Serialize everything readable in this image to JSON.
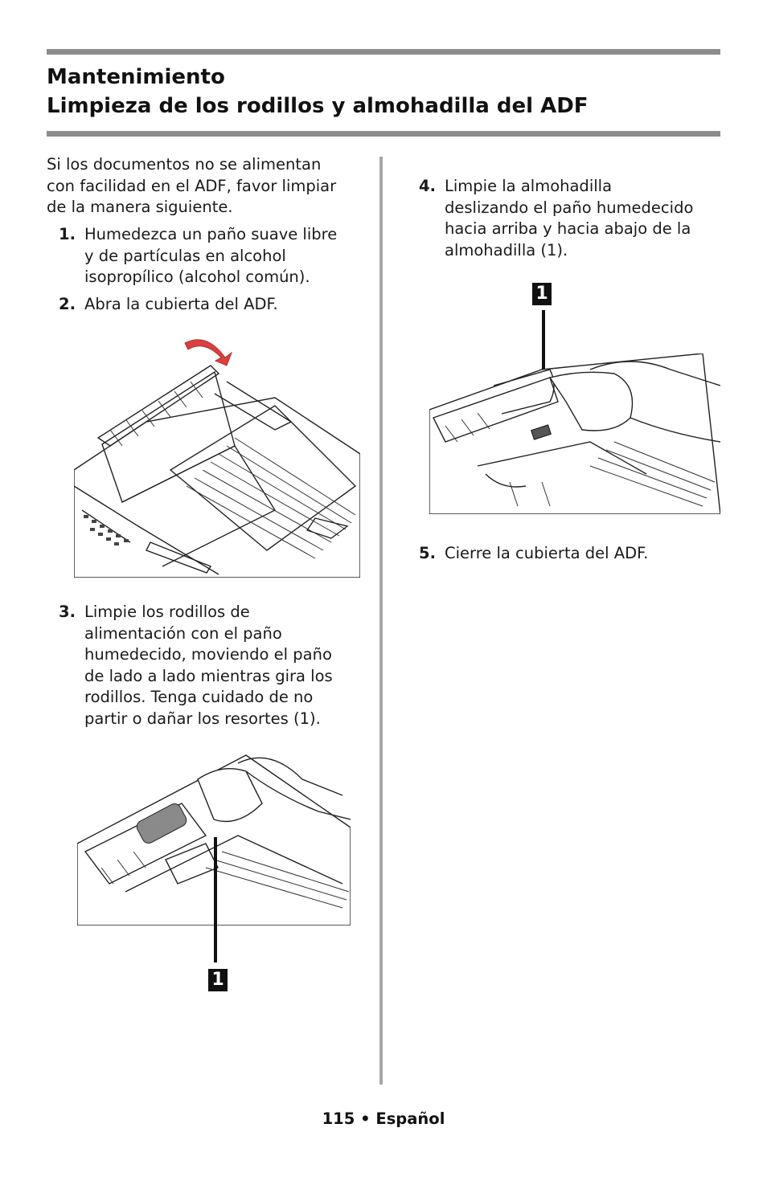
{
  "header": {
    "title_line1": "Mantenimiento",
    "title_line2": "Limpieza de los rodillos y almohadilla del ADF"
  },
  "intro": {
    "line1": "Si los documentos no se alimentan",
    "line2": "con facilidad en el ADF, favor limpiar",
    "line3": "de la manera siguiente."
  },
  "steps": [
    {
      "number": "1.",
      "lines": [
        "Humedezca un paño suave libre",
        "y de partículas en alcohol",
        "isopropílico (alcohol común)."
      ]
    },
    {
      "number": "2.",
      "lines": [
        "Abra la cubierta del ADF."
      ]
    },
    {
      "number": "3.",
      "lines": [
        "Limpie los rodillos de",
        "alimentación con el paño",
        "humedecido, moviendo el paño",
        "de lado a lado mientras gira los",
        "rodillos. Tenga cuidado de no",
        "partir o dañar los resortes (1)."
      ]
    },
    {
      "number": "4.",
      "lines": [
        "Limpie la almohadilla",
        "deslizando el paño humedecido",
        "hacia arriba y hacia abajo de la",
        "almohadilla (1)."
      ]
    },
    {
      "number": "5.",
      "lines": [
        "Cierre la cubierta del ADF."
      ]
    }
  ],
  "figures": {
    "fig3_callout": "1",
    "fig4_callout": "1"
  },
  "icons": {
    "open_arrow": "curved-red-arrow-icon",
    "callout_marker": "callout-number-badge"
  },
  "colors": {
    "rule": "#8c8c8c",
    "divider": "#a6a6a6",
    "arrow": "#d94040"
  },
  "footer": {
    "page_number": "115",
    "separator": "•",
    "language": "Español"
  }
}
